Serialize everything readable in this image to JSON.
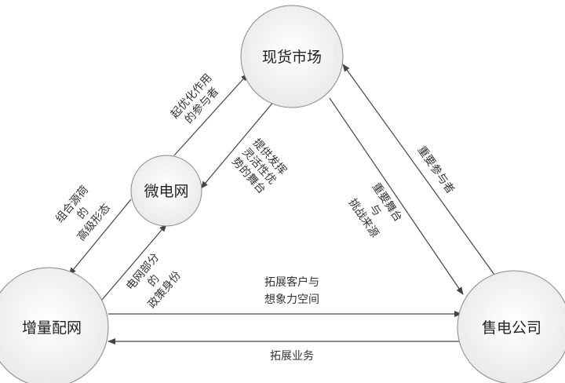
{
  "nodes": {
    "spot_market": "现货市场",
    "microgrid": "微电网",
    "incremental_grid": "增量配网",
    "retail_company": "售电公司"
  },
  "edges": {
    "microgrid_to_spot": [
      "起优化作用",
      "的参与者"
    ],
    "spot_to_microgrid": [
      "提供发挥",
      "灵活性优",
      "势的舞台"
    ],
    "microgrid_to_grid": [
      "组合源荷",
      "的",
      "高级形态"
    ],
    "grid_to_microgrid": [
      "电网部分",
      "的",
      "政策身份"
    ],
    "spot_to_retail": [
      "重要舞台",
      "与",
      "挑战来源"
    ],
    "retail_to_spot": [
      "重要参与者"
    ],
    "grid_to_retail": [
      "拓展客户与",
      "想象力空间"
    ],
    "retail_to_grid": [
      "拓展业务"
    ]
  },
  "colors": {
    "node_fill": "#f2f2f2",
    "node_stroke": "#888888",
    "line": "#444444"
  }
}
